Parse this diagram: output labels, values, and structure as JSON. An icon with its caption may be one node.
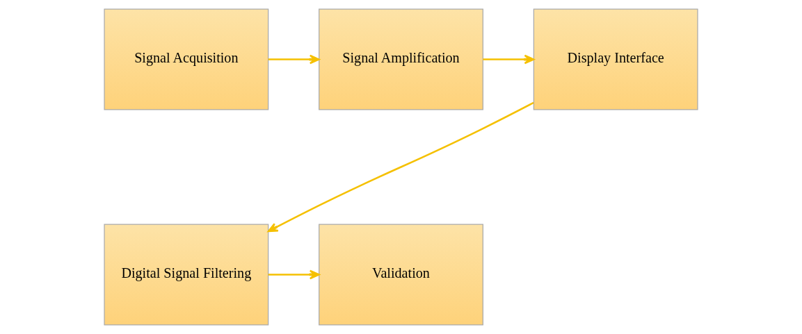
{
  "diagram": {
    "nodes": [
      {
        "text": [
          "Signal Acquisition"
        ]
      },
      {
        "text": [
          "Signal Amplification"
        ]
      },
      {
        "text": [
          "Display Interface"
        ]
      },
      {
        "text": [
          "Digital Signal Filtering"
        ]
      },
      {
        "text": [
          "Validation"
        ]
      }
    ],
    "edges": [
      {
        "from": 0,
        "to": 1,
        "arrow": "to"
      },
      {
        "from": 1,
        "to": 2,
        "arrow": "to"
      },
      {
        "from": 2,
        "to": 3,
        "arrow": "to"
      },
      {
        "from": 3,
        "to": 4,
        "arrow": "to"
      }
    ]
  }
}
